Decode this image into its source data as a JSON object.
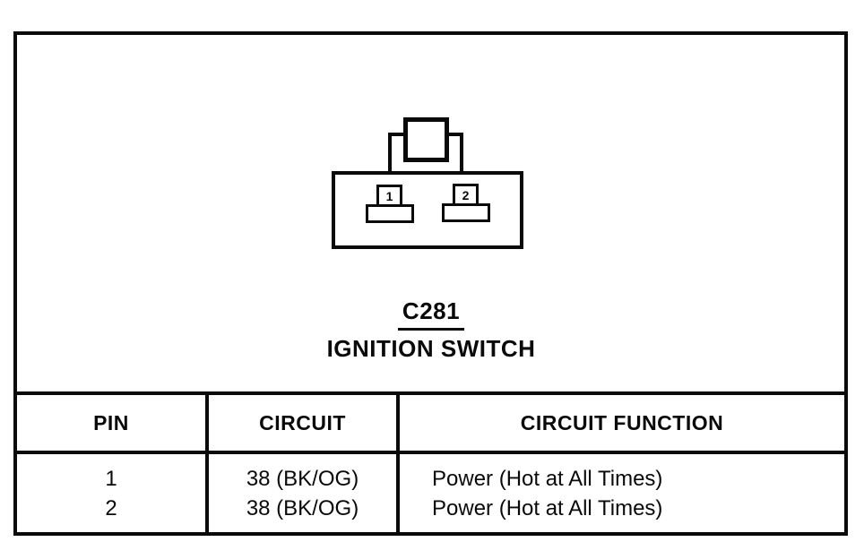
{
  "connector": {
    "id_label": "C281",
    "name_label": "IGNITION SWITCH",
    "pins": [
      {
        "number": "1"
      },
      {
        "number": "2"
      }
    ]
  },
  "table": {
    "headers": [
      "PIN",
      "CIRCUIT",
      "CIRCUIT FUNCTION"
    ],
    "rows": [
      {
        "pin": "1",
        "circuit": "38 (BK/OG)",
        "function": "Power (Hot at All Times)"
      },
      {
        "pin": "2",
        "circuit": "38 (BK/OG)",
        "function": "Power (Hot at All Times)"
      }
    ]
  },
  "colors": {
    "ink": "#0a0a0a",
    "paper": "#ffffff"
  }
}
